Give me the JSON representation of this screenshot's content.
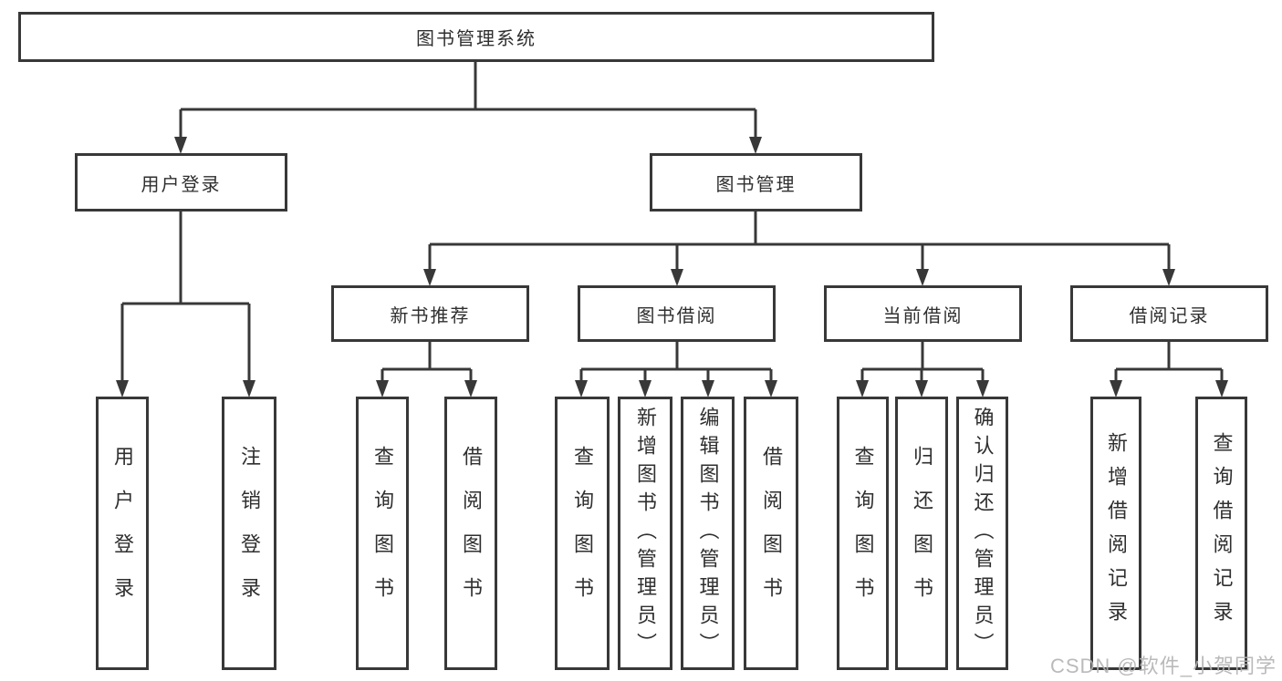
{
  "diagram": {
    "root": "图书管理系统",
    "branches": [
      {
        "label": "用户登录",
        "children": [
          {
            "label": "用户登录"
          },
          {
            "label": "注销登录"
          }
        ]
      },
      {
        "label": "图书管理",
        "children": [
          {
            "label": "新书推荐",
            "children": [
              {
                "label": "查询图书"
              },
              {
                "label": "借阅图书"
              }
            ]
          },
          {
            "label": "图书借阅",
            "children": [
              {
                "label": "查询图书"
              },
              {
                "label": "新增图书（管理员）"
              },
              {
                "label": "编辑图书（管理员）"
              },
              {
                "label": "借阅图书"
              }
            ]
          },
          {
            "label": "当前借阅",
            "children": [
              {
                "label": "查询图书"
              },
              {
                "label": "归还图书"
              },
              {
                "label": "确认归还（管理员）"
              }
            ]
          },
          {
            "label": "借阅记录",
            "children": [
              {
                "label": "新增借阅记录"
              },
              {
                "label": "查询借阅记录"
              }
            ]
          }
        ]
      }
    ]
  },
  "watermark": "CSDN @软件_小贺同学",
  "colors": {
    "line": "#383838",
    "border": "#383838",
    "text": "#2f2f2f",
    "background": "#ffffff",
    "watermark": "#b3b3b3"
  }
}
